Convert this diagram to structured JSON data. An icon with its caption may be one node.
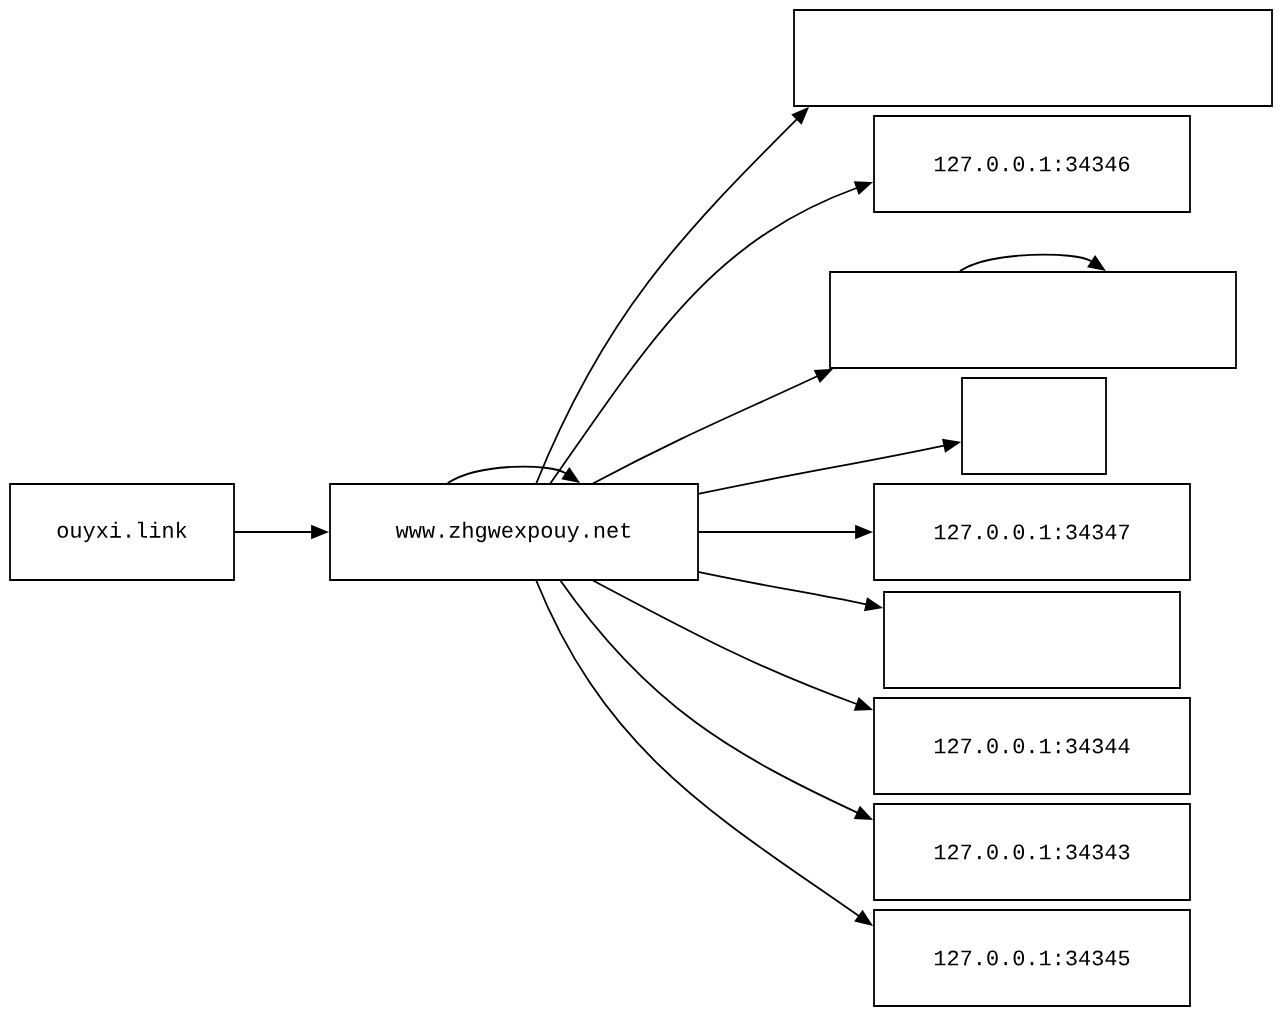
{
  "diagram": {
    "nodes": [
      {
        "text": [
          "ouyxi.link"
        ]
      },
      {
        "text": [
          "www.zhgwexpouy.net"
        ]
      },
      {
        "text": [],
        "shape": "box"
      },
      {
        "text": [
          "127.0.0.1:34346"
        ]
      },
      {
        "text": [],
        "shape": "box"
      },
      {
        "text": [],
        "shape": "box"
      },
      {
        "text": [
          "127.0.0.1:34347"
        ]
      },
      {
        "text": [],
        "shape": "box"
      },
      {
        "text": [
          "127.0.0.1:34344"
        ]
      },
      {
        "text": [
          "127.0.0.1:34343"
        ]
      },
      {
        "text": [
          "127.0.0.1:34345"
        ]
      }
    ],
    "edges": [
      {
        "from": 0,
        "to": 1,
        "arrow": "to"
      },
      {
        "from": 1,
        "to": 1,
        "arrow": "to"
      },
      {
        "from": 1,
        "to": 2,
        "arrow": "to"
      },
      {
        "from": 1,
        "to": 3,
        "arrow": "to"
      },
      {
        "from": 1,
        "to": 4,
        "arrow": "to"
      },
      {
        "from": 4,
        "to": 4,
        "arrow": "to"
      },
      {
        "from": 1,
        "to": 5,
        "arrow": "to"
      },
      {
        "from": 1,
        "to": 6,
        "arrow": "to"
      },
      {
        "from": 1,
        "to": 7,
        "arrow": "to"
      },
      {
        "from": 1,
        "to": 8,
        "arrow": "to"
      },
      {
        "from": 1,
        "to": 9,
        "arrow": "to"
      },
      {
        "from": 1,
        "to": 10,
        "arrow": "to"
      }
    ]
  }
}
